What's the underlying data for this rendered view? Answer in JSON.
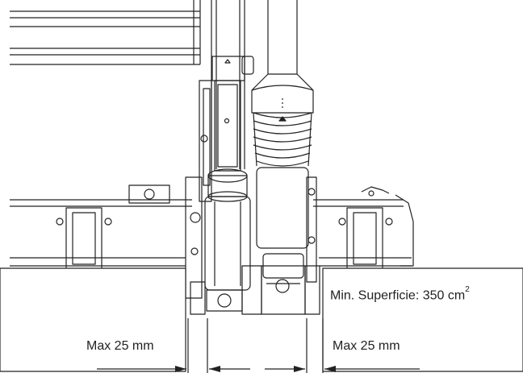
{
  "labels": {
    "left_clearance": "Max 25 mm",
    "right_clearance": "Max 25 mm",
    "surface": "Min. Superficie: 350 cm",
    "surface_exponent": "2"
  },
  "colors": {
    "line": "#222222",
    "background": "#ffffff"
  }
}
